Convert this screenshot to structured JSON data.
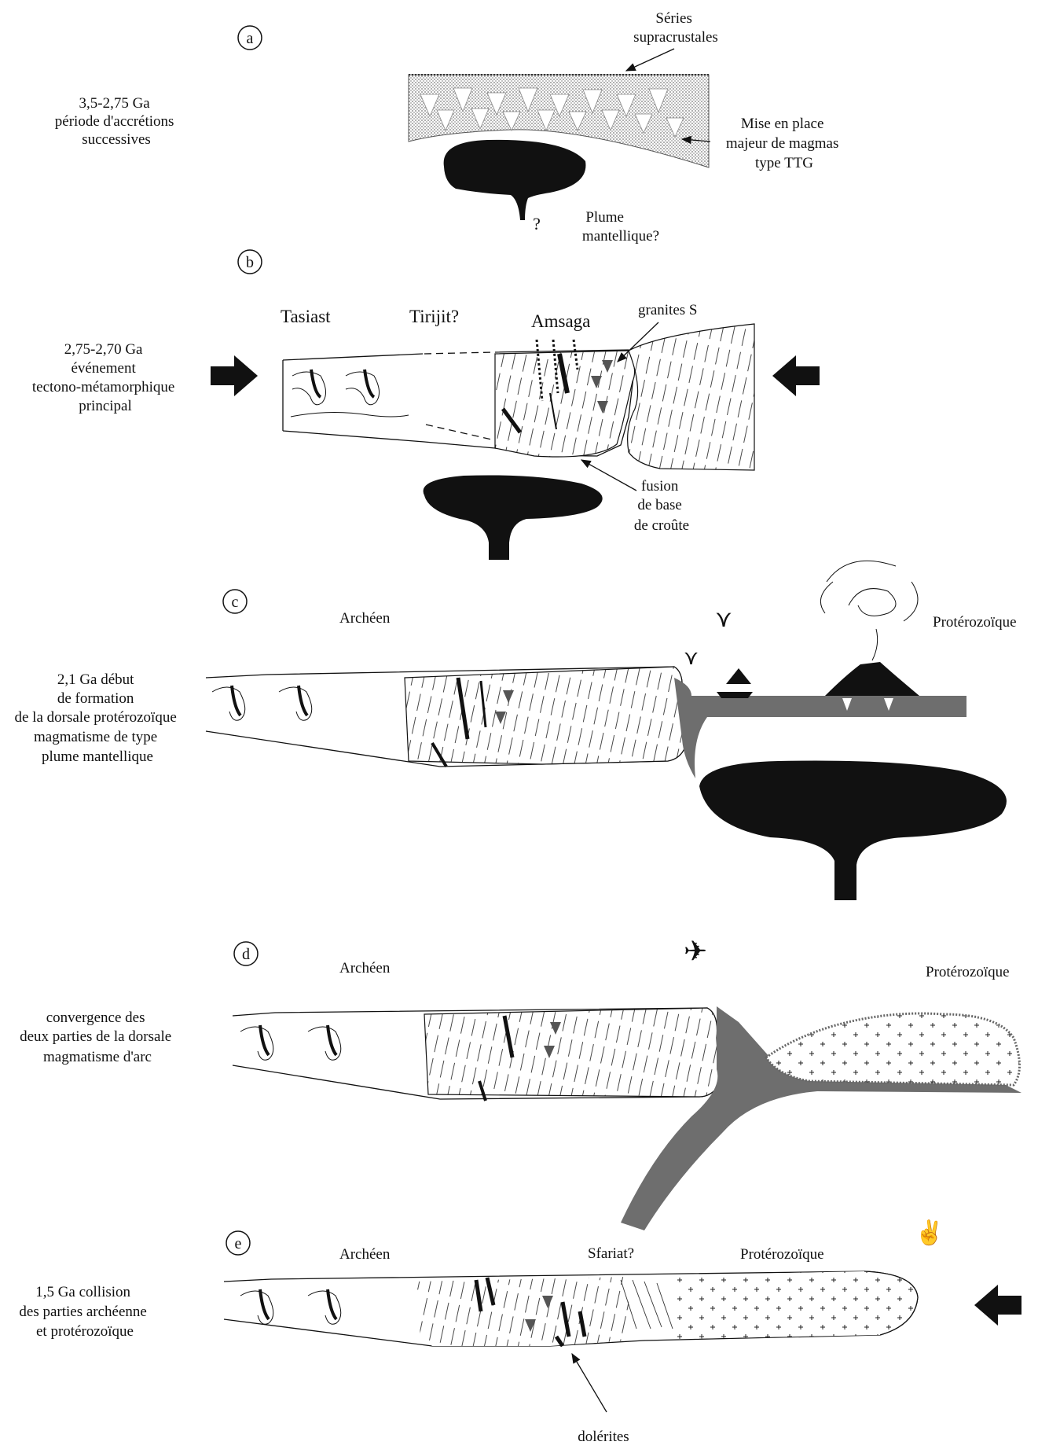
{
  "panels": {
    "a": {
      "letter": "a",
      "caption": [
        "3,5-2,75 Ga",
        "période d'accrétions",
        "successives"
      ],
      "labels": {
        "supracrustal": [
          "Séries",
          "supracrustales"
        ],
        "ttg": [
          "Mise en place",
          "majeur de magmas",
          "type TTG"
        ],
        "question": "?",
        "plume": [
          "Plume",
          "mantellique?"
        ]
      }
    },
    "b": {
      "letter": "b",
      "caption": [
        "2,75-2,70 Ga",
        "événement",
        "tectono-métamorphique",
        "principal"
      ],
      "labels": {
        "tasiast": "Tasiast",
        "tirijit": "Tirijit?",
        "amsaga": "Amsaga",
        "granites": "granites S",
        "fusion": [
          "fusion",
          "de base",
          "de croûte"
        ]
      }
    },
    "c": {
      "letter": "c",
      "caption": [
        "2,1 Ga début",
        "de formation",
        "de la dorsale protérozoïque",
        "magmatisme de type",
        "plume mantellique"
      ],
      "labels": {
        "archean": "Archéen",
        "proterozoic": "Protérozoïque"
      }
    },
    "d": {
      "letter": "d",
      "caption": [
        "convergence des",
        "deux parties de la dorsale",
        "magmatisme d'arc"
      ],
      "labels": {
        "archean": "Archéen",
        "proterozoic": "Protérozoïque"
      }
    },
    "e": {
      "letter": "e",
      "caption": [
        "1,5 Ga collision",
        "des parties archéenne",
        "et protérozoïque"
      ],
      "labels": {
        "archean": "Archéen",
        "sfariat": "Sfariat?",
        "proterozoic": "Protérozoïque",
        "dolerites": "dolérites"
      }
    }
  },
  "colors": {
    "ink": "#111111",
    "grey": "#6e6e6e",
    "stipple": "#bdbdbd"
  }
}
